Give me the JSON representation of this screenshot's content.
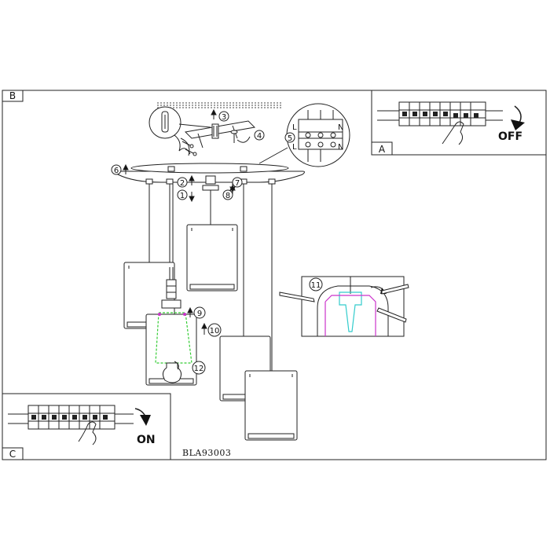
{
  "panels": {
    "a": {
      "letter": "A",
      "switch_label": "OFF"
    },
    "b": {
      "letter": "B"
    },
    "c": {
      "letter": "C",
      "switch_label": "ON"
    }
  },
  "steps": [
    "1",
    "2",
    "3",
    "4",
    "5",
    "6",
    "7",
    "8",
    "9",
    "10",
    "11",
    "12"
  ],
  "terminal": {
    "live": "L",
    "neutral": "N"
  },
  "model_code": "BLA93003",
  "colors": {
    "line": "#222222",
    "green": "#33cc33",
    "magenta": "#cc33cc",
    "cyan": "#33cccc"
  }
}
